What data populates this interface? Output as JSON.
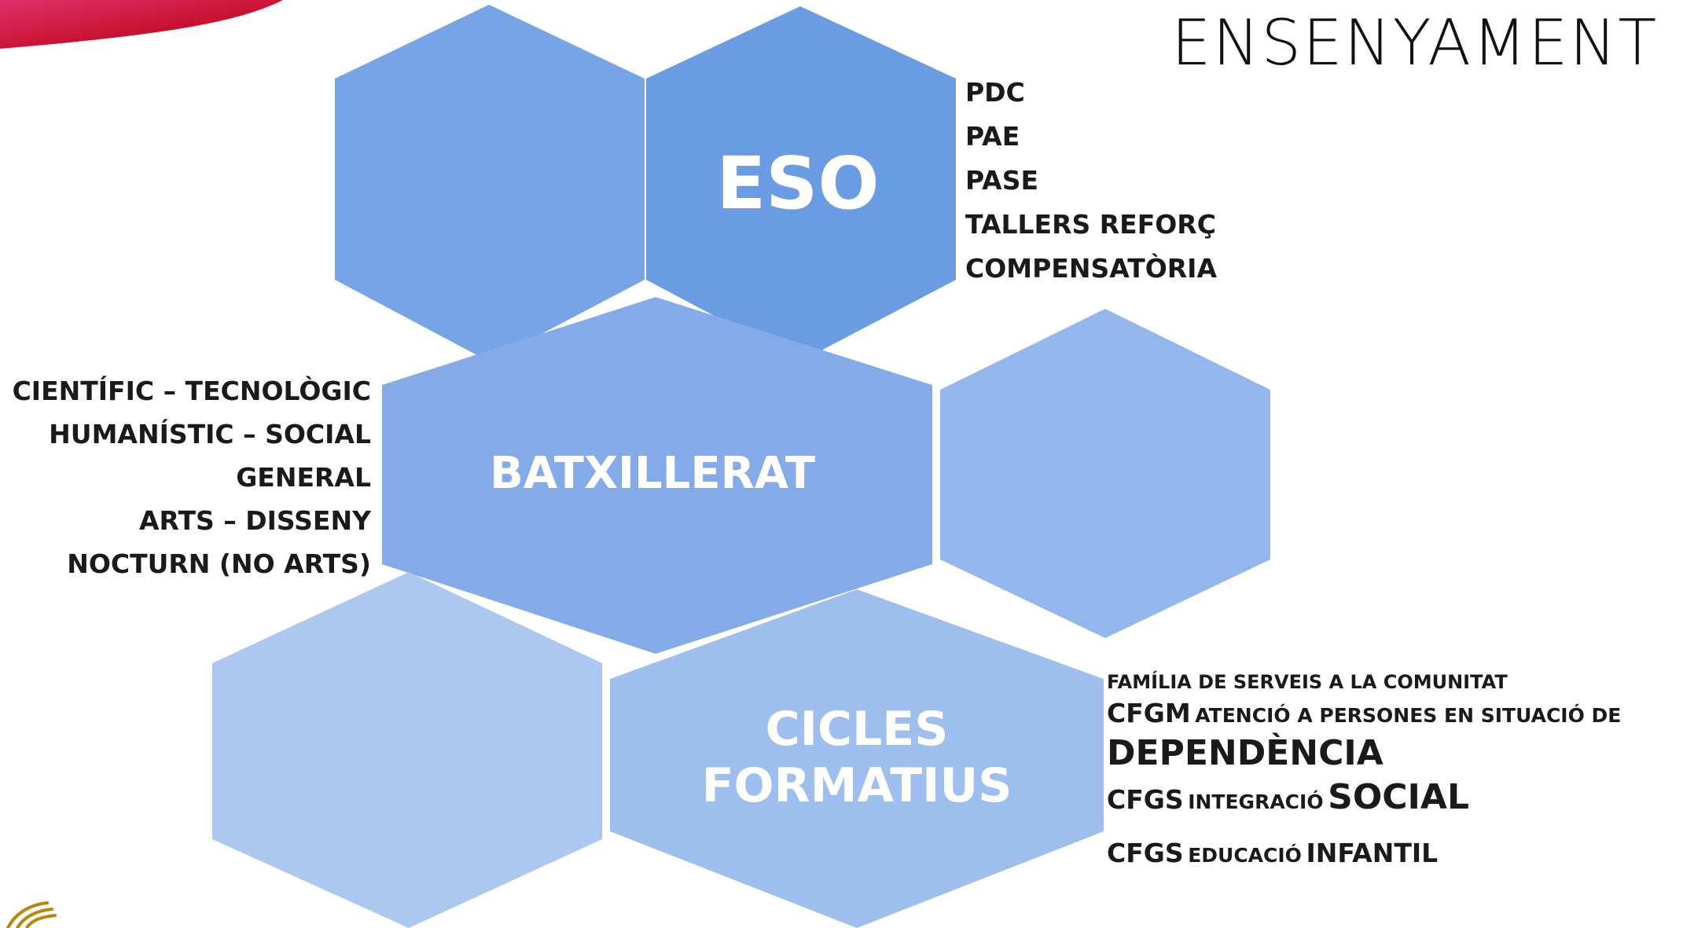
{
  "slide": {
    "title": "ENSENYAMENT"
  },
  "colors": {
    "hex_eso_left": "#77a4e6",
    "hex_eso_right": "#6a9ce3",
    "hex_batxillerat": "#84aae8",
    "hex_right_mid": "#93b6ec",
    "hex_bottom_left": "#adc8f0",
    "hex_cicles": "#9ebeee",
    "ribbon": "#c8102e",
    "ornament": "#b8860b"
  },
  "hexagons": {
    "eso": "ESO",
    "batxillerat": "BATXILLERAT",
    "cicles_line1": "CICLES",
    "cicles_line2": "FORMATIUS"
  },
  "eso_list": [
    "PDC",
    "PAE",
    "PASE",
    "TALLERS REFORÇ",
    "COMPENSATÒRIA"
  ],
  "batxillerat_list": [
    "CIENTÍFIC – TECNOLÒGIC",
    "HUMANÍSTIC – SOCIAL",
    "GENERAL",
    "ARTS – DISSENY",
    "NOCTURN (NO ARTS)"
  ],
  "cicles_list": {
    "familia": "FAMÍLIA DE SERVEIS A LA COMUNITAT",
    "cfgm_prefix": "CFGM",
    "cfgm_text": "ATENCIÓ A PERSONES EN SITUACIÓ DE",
    "cfgm_big": "DEPENDÈNCIA",
    "cfgs1_prefix": "CFGS",
    "cfgs1_small": "INTEGRACIÓ",
    "cfgs1_big": "SOCIAL",
    "cfgs2_prefix": "CFGS",
    "cfgs2_small": "EDUCACIÓ",
    "cfgs2_big": "INFANTIL"
  }
}
